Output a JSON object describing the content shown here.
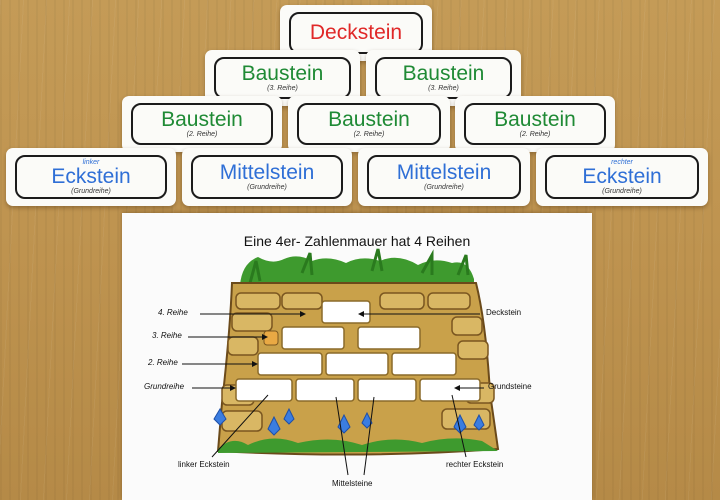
{
  "cards": {
    "top": {
      "word": "Deckstein"
    },
    "row3": [
      {
        "word": "Baustein",
        "sub": "(3. Reihe)"
      },
      {
        "word": "Baustein",
        "sub": "(3. Reihe)"
      }
    ],
    "row2": [
      {
        "word": "Baustein",
        "sub": "(2. Reihe)"
      },
      {
        "word": "Baustein",
        "sub": "(2. Reihe)"
      },
      {
        "word": "Baustein",
        "sub": "(2. Reihe)"
      }
    ],
    "base": [
      {
        "tag": "linker",
        "word": "Eckstein",
        "sub": "(Grundreihe)"
      },
      {
        "word": "Mittelstein",
        "sub": "(Grundreihe)"
      },
      {
        "word": "Mittelstein",
        "sub": "(Grundreihe)"
      },
      {
        "tag": "rechter",
        "word": "Eckstein",
        "sub": "(Grundreihe)"
      }
    ]
  },
  "sheet": {
    "title": "Eine 4er- Zahlenmauer hat 4 Reihen",
    "labels": {
      "row4": "4. Reihe",
      "row3": "3. Reihe",
      "row2": "2. Reihe",
      "base_row": "Grundreihe",
      "top_stone": "Deckstein",
      "base_stones": "Grundsteine",
      "left_corner": "linker Eckstein",
      "right_corner": "rechter Eckstein",
      "middle_stones": "Mittelsteine"
    }
  },
  "colors": {
    "top_card": "#e02828",
    "building_card": "#1f8a35",
    "base_card": "#2f6fd6",
    "table": "#c49b57"
  }
}
